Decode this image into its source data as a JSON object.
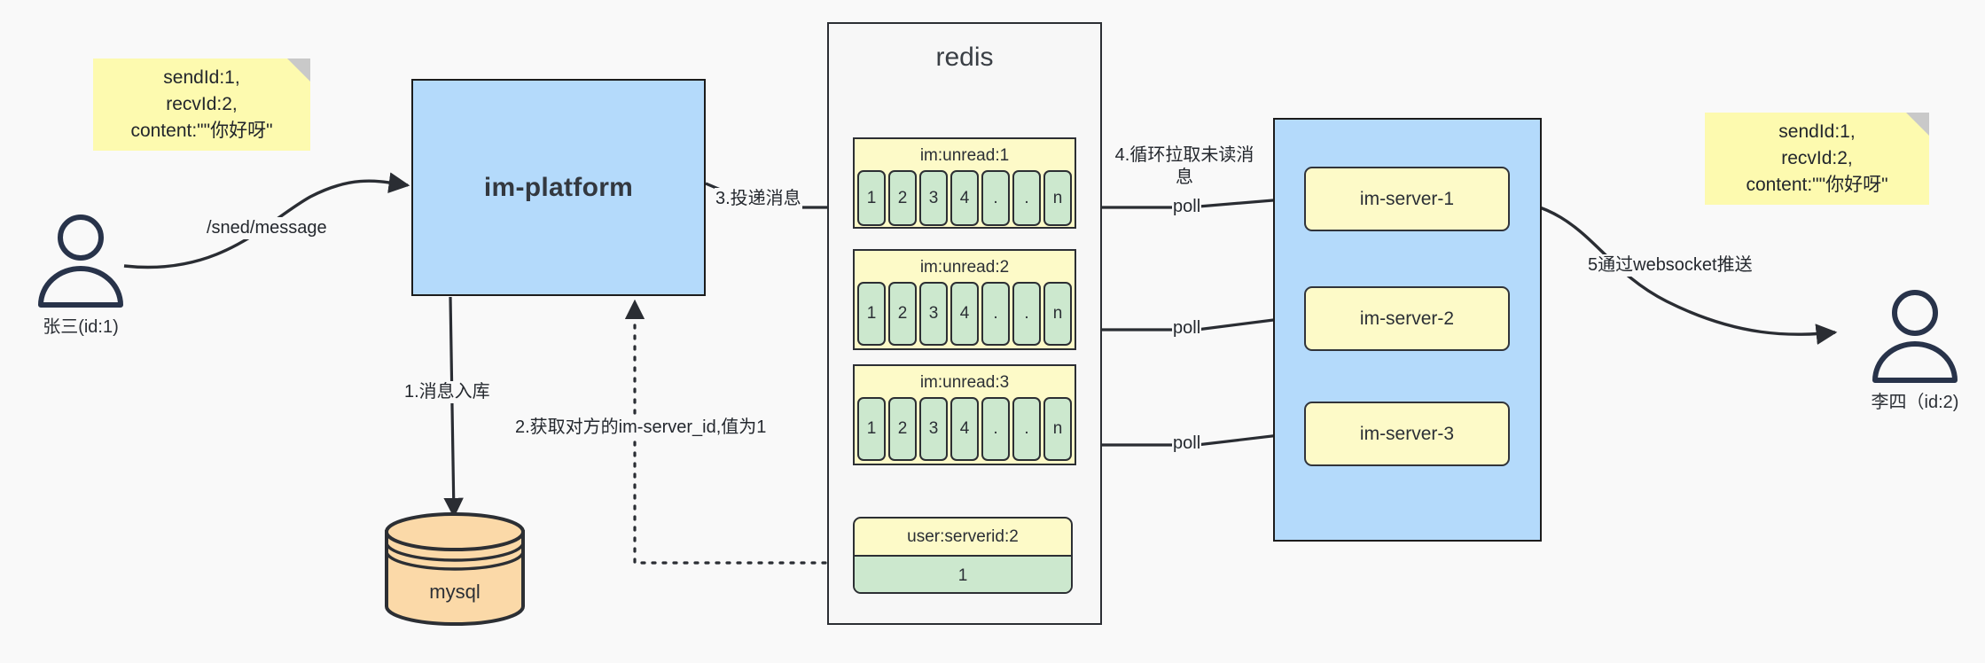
{
  "diagram": {
    "title": "IM message delivery architecture",
    "background": "#f9f9f9"
  },
  "colors": {
    "blue_fill": "#b4dafb",
    "yellow_fill": "#fdfac8",
    "note_fill": "#fdfaaf",
    "green_fill": "#cce8ce",
    "orange_fill": "#fbd9a8",
    "stroke": "#2c2f34",
    "actor_stroke": "#28334a"
  },
  "notes": [
    {
      "name": "left-message-note",
      "text": "sendId:1,\nrecvId:2,\ncontent:\"\"你好呀\""
    },
    {
      "name": "right-message-note",
      "text": "sendId:1,\nrecvId:2,\ncontent:\"\"你好呀\""
    }
  ],
  "actors": [
    {
      "name": "sender",
      "label": "张三(id:1)"
    },
    {
      "name": "receiver",
      "label": "李四（id:2)"
    }
  ],
  "platform": {
    "label": "im-platform"
  },
  "database": {
    "label": "mysql"
  },
  "redis": {
    "title": "redis",
    "queues": [
      {
        "key": "im:unread:1",
        "cells": [
          "1",
          "2",
          "3",
          "4",
          ".",
          ".",
          "n"
        ]
      },
      {
        "key": "im:unread:2",
        "cells": [
          "1",
          "2",
          "3",
          "4",
          ".",
          ".",
          "n"
        ]
      },
      {
        "key": "im:unread:3",
        "cells": [
          "1",
          "2",
          "3",
          "4",
          ".",
          ".",
          "n"
        ]
      }
    ],
    "kv": {
      "key": "user:serverid:2",
      "value": "1"
    }
  },
  "servers": [
    {
      "label": "im-server-1"
    },
    {
      "label": "im-server-2"
    },
    {
      "label": "im-server-3"
    }
  ],
  "edge_labels": {
    "send_message": "/sned/message",
    "step1": "1.消息入库",
    "step2": "2.获取对方的im-server_id,值为1",
    "step3": "3.投递消息",
    "step4": "4.循环拉取未读消\n息",
    "step5": "5通过websocket推送",
    "poll1": "poll",
    "poll2": "poll",
    "poll3": "poll"
  }
}
